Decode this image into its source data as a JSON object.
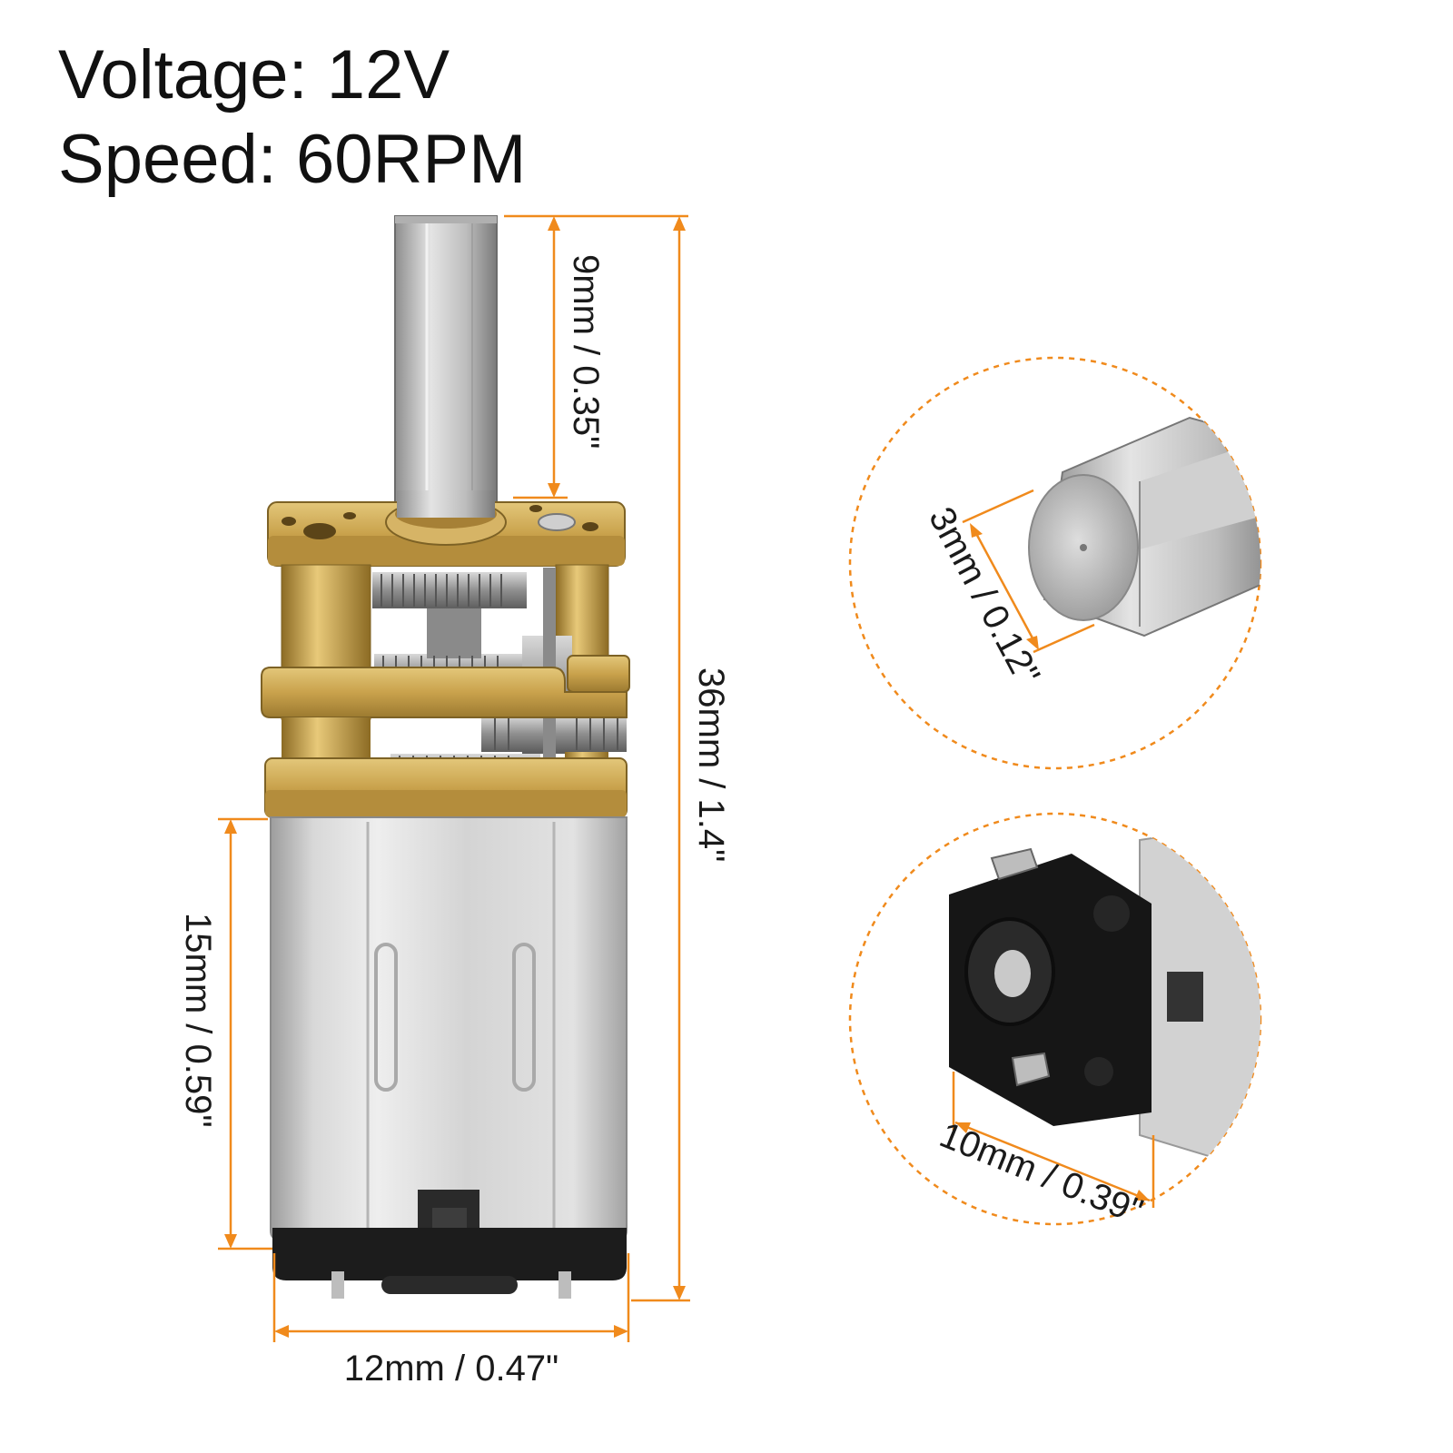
{
  "specs": {
    "voltage": "Voltage: 12V",
    "speed": "Speed: 60RPM"
  },
  "dimensions": {
    "shaft_length": "9mm / 0.35\"",
    "total_length": "36mm / 1.4\"",
    "motor_length": "15mm / 0.59\"",
    "motor_width": "12mm / 0.47\"",
    "shaft_diameter": "3mm / 0.12\"",
    "end_cap_width": "10mm / 0.39\""
  },
  "colors": {
    "dimension_line": "#f08a1c",
    "brass": "#c8a24a",
    "steel": "#c9c9c9",
    "end_cap": "#1c1c1c"
  }
}
